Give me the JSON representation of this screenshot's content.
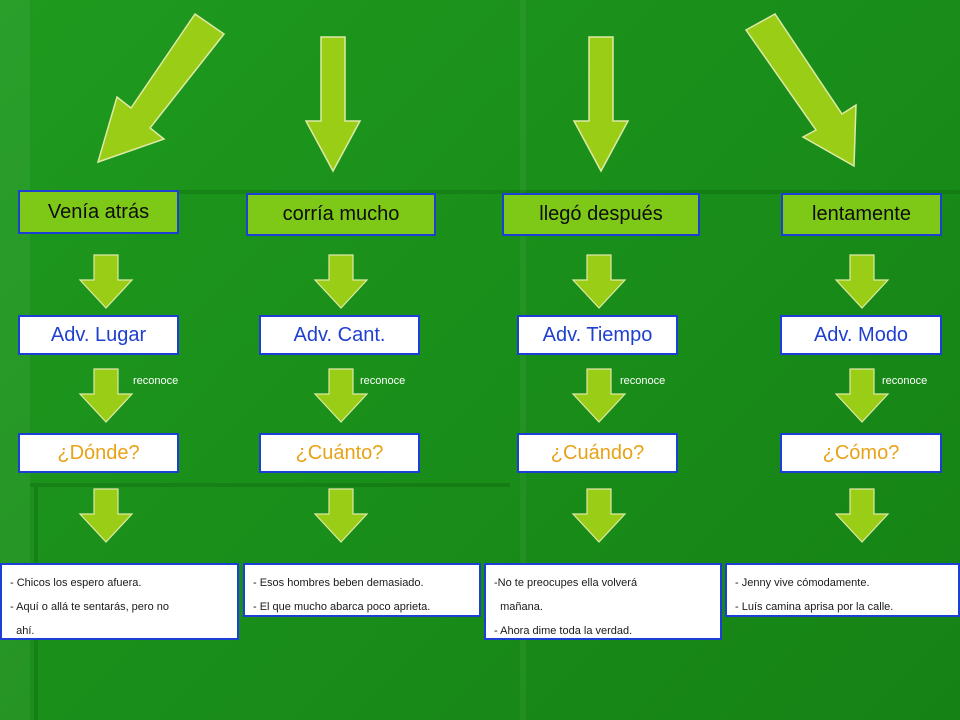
{
  "colors": {
    "background": "#1a8f1a",
    "arrow_fill": "#9acd15",
    "verb_box": "#7ec818",
    "border": "#1c3fd6",
    "category_text": "#1f3fd0",
    "question_text": "#e8a217"
  },
  "columns": [
    {
      "phrase": "Venía atrás",
      "category": "Adv. Lugar",
      "connector": "reconoce",
      "question": "¿Dónde?",
      "examples": [
        "- Chicos los espero afuera.",
        "- Aquí o allá te sentarás, pero no",
        "  ahí."
      ]
    },
    {
      "phrase": "corría mucho",
      "category": "Adv. Cant.",
      "connector": "reconoce",
      "question": "¿Cuánto?",
      "examples": [
        "- Esos hombres beben demasiado.",
        "- El que mucho abarca poco aprieta."
      ]
    },
    {
      "phrase": "llegó después",
      "category": "Adv. Tiempo",
      "connector": "reconoce",
      "question": "¿Cuándo?",
      "examples": [
        "-No te preocupes ella volverá",
        "  mañana.",
        "- Ahora dime toda la verdad."
      ]
    },
    {
      "phrase": "lentamente",
      "category": "Adv. Modo",
      "connector": "reconoce",
      "question": "¿Cómo?",
      "examples": [
        "- Jenny vive cómodamente.",
        "- Luís camina aprisa por la calle."
      ]
    }
  ]
}
